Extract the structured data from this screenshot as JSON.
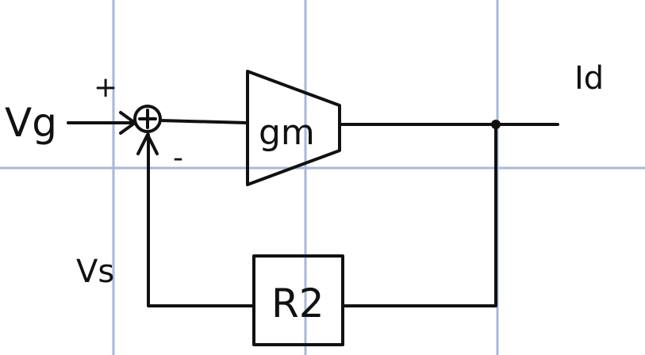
{
  "diagram": {
    "input_label": "Vg",
    "output_label": "Id",
    "feedback_label": "Vs",
    "summing_junction": {
      "plus_sign": "+",
      "minus_sign": "-"
    },
    "amplifier_label": "gm",
    "feedback_block_label": "R2",
    "colors": {
      "ink": "#111111",
      "grid": "#a9b8d6",
      "background": "#ffffff"
    }
  }
}
